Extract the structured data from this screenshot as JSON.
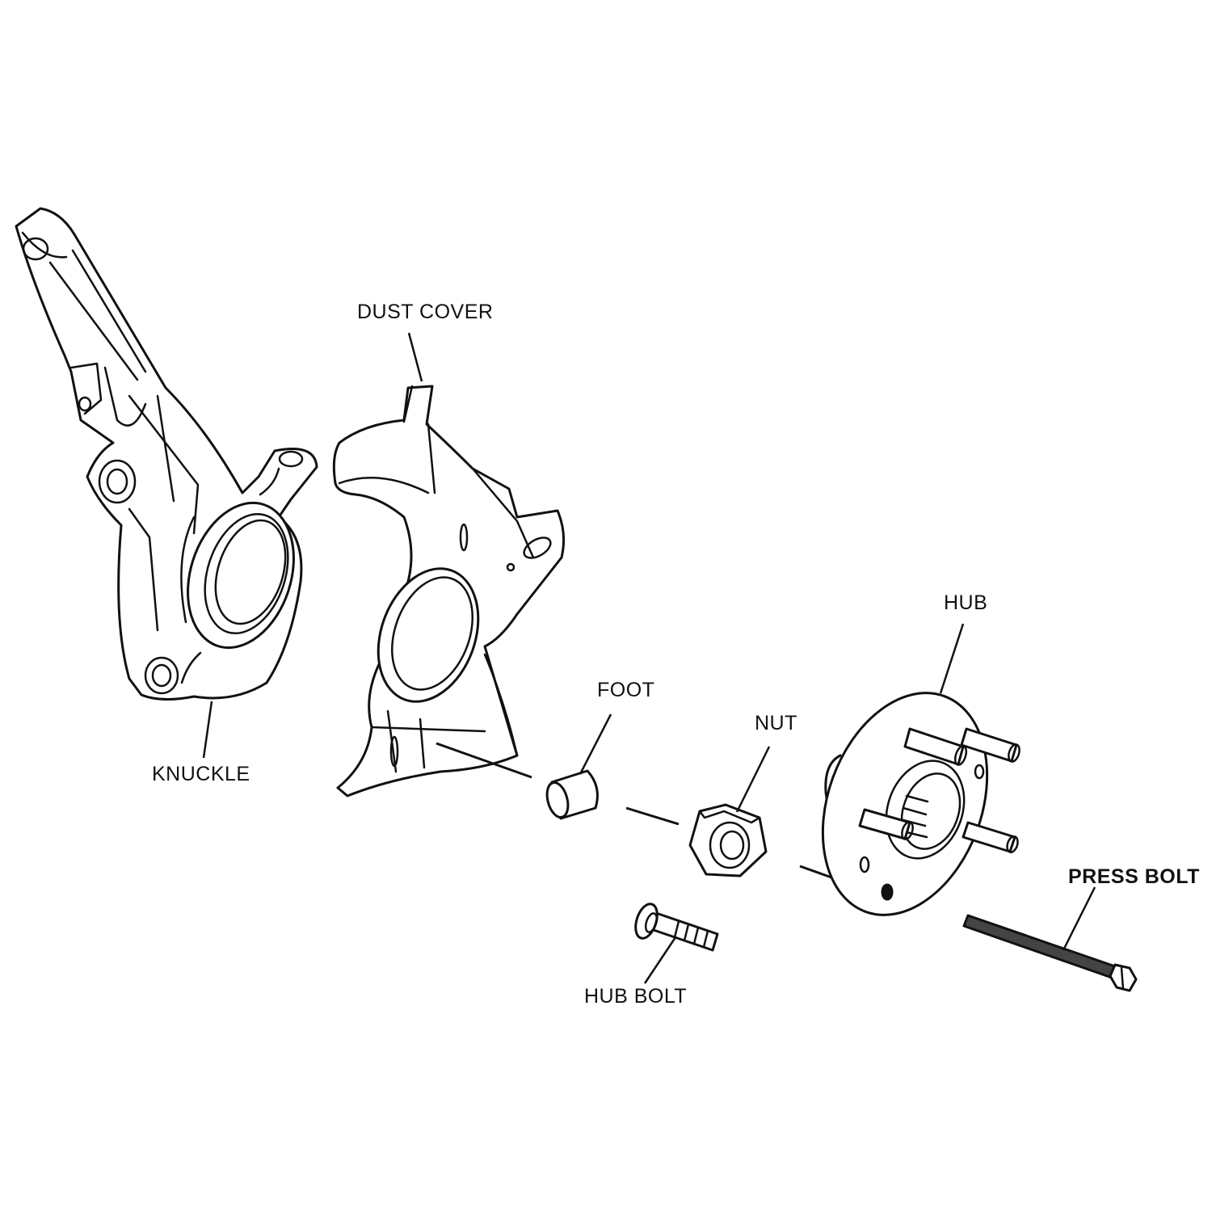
{
  "labels": {
    "knuckle": "KNUCKLE",
    "dust_cover": "DUST COVER",
    "foot": "FOOT",
    "nut": "NUT",
    "hub": "HUB",
    "hub_bolt": "HUB BOLT",
    "press_bolt": "PRESS BOLT"
  },
  "colors": {
    "line": "#111111",
    "background": "#ffffff"
  }
}
